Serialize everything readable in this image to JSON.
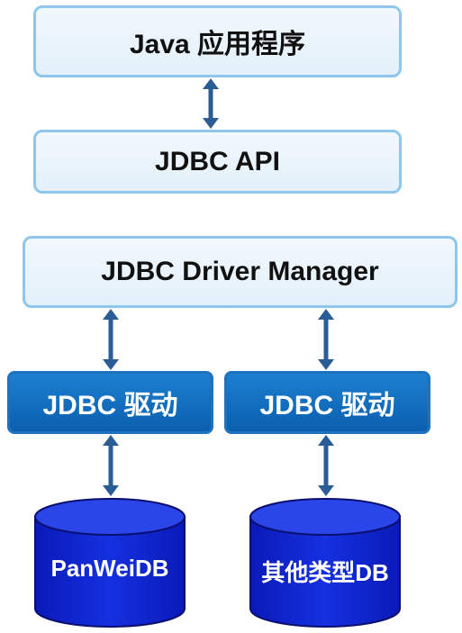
{
  "diagram": {
    "app_layer": "Java 应用程序",
    "api_layer": "JDBC API",
    "manager_layer": "JDBC Driver Manager",
    "drivers": [
      "JDBC 驱动",
      "JDBC 驱动"
    ],
    "databases": [
      "PanWeiDB",
      "其他类型DB"
    ],
    "colors": {
      "layer_fill": "#e8f3fb",
      "layer_border": "#8ec7ec",
      "driver_fill": "#1470c2",
      "database_fill": "#0a1fd0",
      "arrow": "#2a5d96"
    }
  }
}
